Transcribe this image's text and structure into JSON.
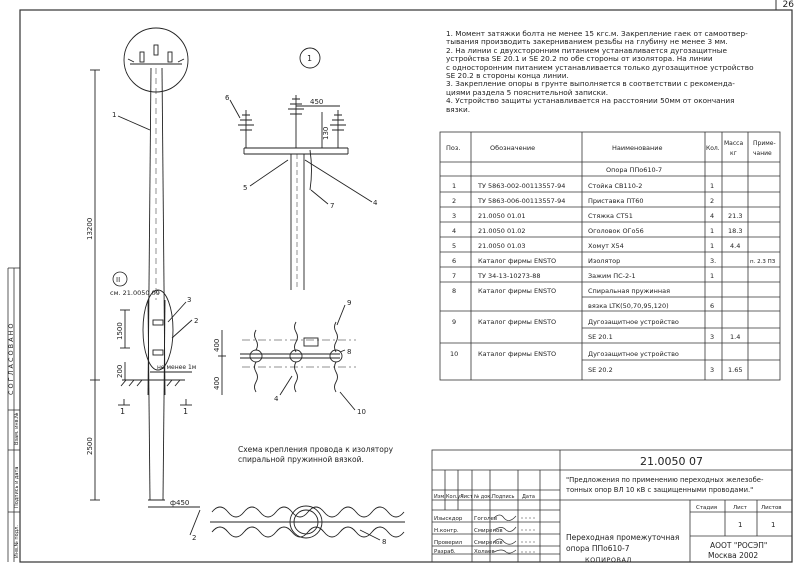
{
  "page": {
    "sheet_number": "26",
    "footer": "КОПИРОВАЛ"
  },
  "left_margin": {
    "agreed": "СОГЛАСОВАНО",
    "fields": [
      "Взам. инв.№",
      "Подпись и дата",
      "Инв.№ подл."
    ]
  },
  "notes": [
    "1. Момент затяжки болта не менее 15 кгс.м. Закрепление гаек от самоотвер-",
    "тывания производить закерниванием резьбы на глубину не менее 3 мм.",
    "2. На линии с двухсторонним питанием устанавливается дугозащитные",
    "устройства SE 20.1 и SE 20.2 по обе стороны от изолятора. На линии",
    "с односторонним питанием устанавливается только дугозащитное устройство",
    "SE 20.2 в стороны конца линии.",
    "3. Закрепление опоры в грунте выполняется в соответствии с рекоменда-",
    "циями раздела 5 пояснительной записки.",
    "4. Устройство защиты устанавливается на расстоянии 50мм от окончания",
    "вязки."
  ],
  "spec_table": {
    "headers": [
      "Поз.",
      "Обозначение",
      "Наименование",
      "Кол.",
      "Масса кг",
      "Приме- чание"
    ],
    "group_title": "Опора ППо610-7",
    "rows": [
      {
        "pos": "1",
        "code": "ТУ 5863-002-00113557-94",
        "name": "Стойка СВ110-2",
        "qty": "1",
        "mass": "",
        "note": ""
      },
      {
        "pos": "2",
        "code": "ТУ 5863-006-00113557-94",
        "name": "Приставка ПТ60",
        "qty": "2",
        "mass": "",
        "note": ""
      },
      {
        "pos": "3",
        "code": "21.0050  01.01",
        "name": "Стяжка СТ51",
        "qty": "4",
        "mass": "21.3",
        "note": ""
      },
      {
        "pos": "4",
        "code": "21.0050  01.02",
        "name": "Оголовок ОГо56",
        "qty": "1",
        "mass": "18.3",
        "note": ""
      },
      {
        "pos": "5",
        "code": "21.0050  01.03",
        "name": "Хомут Х54",
        "qty": "1",
        "mass": "4.4",
        "note": ""
      },
      {
        "pos": "6",
        "code": "Каталог фирмы ENSTO",
        "name": "Изолятор",
        "qty": "3.",
        "mass": "",
        "note": "п. 2.3 ПЗ"
      },
      {
        "pos": "7",
        "code": "ТУ 34-13-10273-88",
        "name": "Зажим ПС-2-1",
        "qty": "1",
        "mass": "",
        "note": ""
      },
      {
        "pos": "8",
        "code": "Каталог фирмы ENSTO",
        "name": "Спиральная пружинная",
        "name2": "вязка LTK(50,70,95,120)",
        "qty": "6",
        "mass": "",
        "note": ""
      },
      {
        "pos": "9",
        "code": "Каталог фирмы ENSTO",
        "name": "Дугозащитное устройство",
        "name2": "SE 20.1",
        "qty": "3",
        "mass": "1.4",
        "note": ""
      },
      {
        "pos": "10",
        "code": "Каталог фирмы ENSTO",
        "name": "Дугозащитное устройство",
        "name2": "SE 20.2",
        "qty": "3",
        "mass": "1.65",
        "note": ""
      }
    ]
  },
  "title_block": {
    "doc_code": "21.0050  07",
    "project": "\"Предложения по применению переходных железобе-тонных опор ВЛ 10 кВ с защищенными проводами.\"",
    "rev_headers": [
      "Изм.",
      "Кол.уч",
      "Лист",
      "№ док.",
      "Подпись",
      "Дата"
    ],
    "roles": [
      {
        "role": "Изыскдор",
        "name": "Гоголев"
      },
      {
        "role": "Н.контр.",
        "name": "Смиренов"
      },
      {
        "role": "Проверил",
        "name": "Смиренов"
      },
      {
        "role": "Разраб.",
        "name": "Холаев"
      }
    ],
    "sheet_title": "Переходная промежуточная опора ППо610-7",
    "stage_headers": [
      "Стадия",
      "Лист",
      "Листов"
    ],
    "sheet": "1",
    "sheets": "1",
    "org": "АООТ \"РОСЭП\"",
    "city": "Москва 2002"
  },
  "drawing": {
    "dim_13200": "13200",
    "dim_1500": "1500",
    "dim_200": "200",
    "dim_2500": "2500",
    "dim_not_less": "не менее 1м",
    "dim_450": "450",
    "dim_130": "130",
    "dim_400a": "400",
    "dim_400b": "400",
    "dim_phi450": "ф450",
    "ref_see": "см. 21.0050  09",
    "view_I": "1",
    "view_II": "II",
    "cut_mark": "1",
    "caption": "Схема крепления провода к изолятору спиральной пружинной вязкой.",
    "callouts": {
      "c1": "1",
      "c2": "2",
      "c3": "3",
      "c4": "4",
      "c5": "5",
      "c6": "6",
      "c7": "7",
      "c8": "8",
      "c9": "9",
      "c10": "10"
    }
  }
}
